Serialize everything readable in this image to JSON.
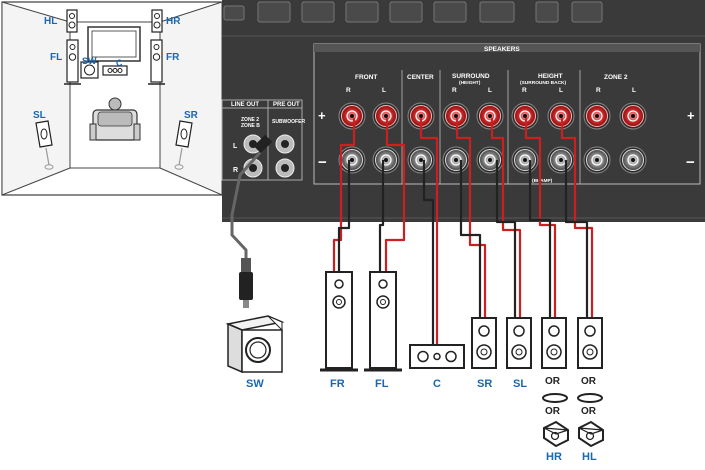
{
  "room": {
    "labels": {
      "hl": "HL",
      "hr": "HR",
      "fl": "FL",
      "fr": "FR",
      "sw": "SW",
      "c": "C",
      "sl": "SL",
      "sr": "SR"
    }
  },
  "panel": {
    "speakers_header": "SPEAKERS",
    "line_out": "LINE OUT",
    "pre_out": "PRE OUT",
    "zone2_zoneb": [
      "ZONE 2",
      "ZONE B"
    ],
    "subwoofer": "SUBWOOFER",
    "line_l": "L",
    "line_r": "R",
    "plus": "+",
    "minus": "−",
    "biamp": "(BI-AMP)",
    "groups": {
      "front": "FRONT",
      "center": "CENTER",
      "surround": "SURROUND",
      "surround_sub": "(HEIGHT)",
      "height": "HEIGHT",
      "height_sub": "(SURROUND BACK)",
      "zone2": "ZONE 2"
    },
    "channel_letters": {
      "front_r": "R",
      "front_l": "L",
      "surround_r": "R",
      "surround_l": "L",
      "height_r": "R",
      "height_l": "L",
      "zone2_r": "R",
      "zone2_l": "L"
    }
  },
  "speakers": {
    "sw": "SW",
    "fr": "FR",
    "fl": "FL",
    "c": "C",
    "sr": "SR",
    "sl": "SL",
    "hr": "HR",
    "hl": "HL",
    "or_labels": [
      "OR",
      "OR",
      "OR",
      "OR"
    ]
  }
}
